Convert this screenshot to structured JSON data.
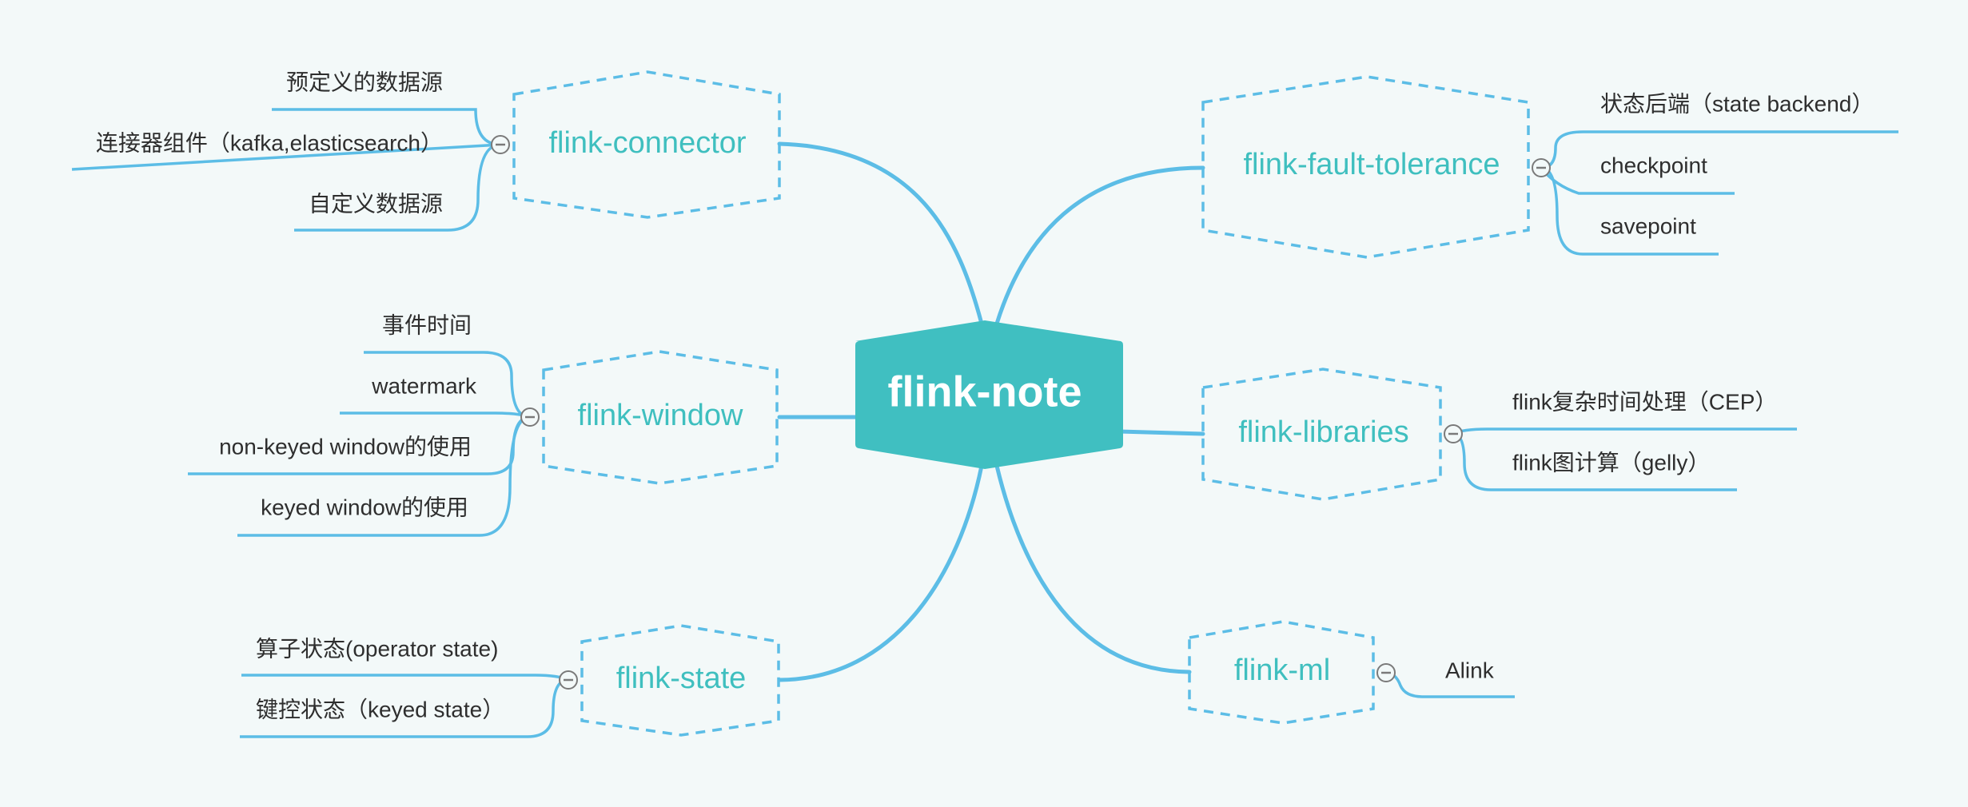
{
  "colors": {
    "background": "#f3f9f9",
    "root_fill": "#40bfc1",
    "topic_text": "#3fbfbf",
    "branch_line": "#5cbde6",
    "leaf_text": "#2e2e2e"
  },
  "root": {
    "label": "flink-note"
  },
  "topics": [
    {
      "label": "flink-connector",
      "children": [
        "预定义的数据源",
        "连接器组件（kafka,elasticsearch）",
        "自定义数据源"
      ]
    },
    {
      "label": "flink-window",
      "children": [
        "事件时间",
        "watermark",
        "non-keyed window的使用",
        "keyed window的使用"
      ]
    },
    {
      "label": "flink-state",
      "children": [
        "算子状态(operator state)",
        "键控状态（keyed state）"
      ]
    },
    {
      "label": "flink-fault-tolerance",
      "children": [
        "状态后端（state backend）",
        "checkpoint",
        "savepoint"
      ]
    },
    {
      "label": "flink-libraries",
      "children": [
        "flink复杂时间处理（CEP）",
        "flink图计算（gelly）"
      ]
    },
    {
      "label": "flink-ml",
      "children": [
        "Alink"
      ]
    }
  ]
}
